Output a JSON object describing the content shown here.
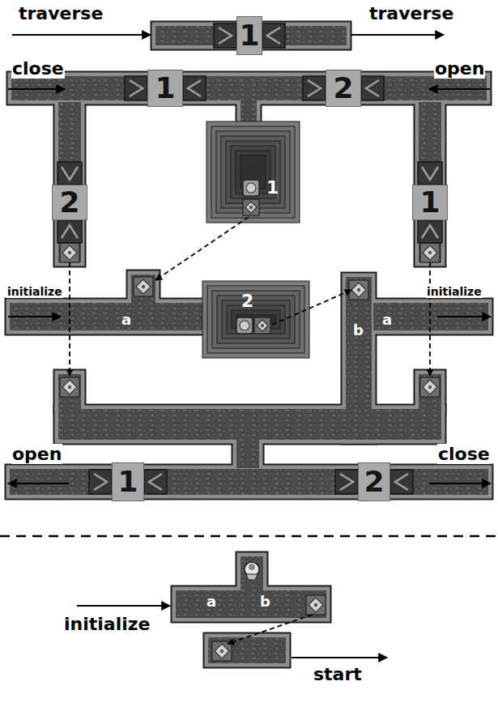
{
  "diagram": {
    "nodes": [
      {
        "text": [
          "1"
        ]
      },
      {
        "text": [
          "1"
        ]
      },
      {
        "text": [
          "2"
        ]
      },
      {
        "text": [
          "2"
        ]
      },
      {
        "text": [
          "1"
        ]
      },
      {
        "text": [
          "1"
        ]
      },
      {
        "text": [
          "2"
        ]
      },
      {
        "text": [
          "1"
        ]
      },
      {
        "text": [
          "2"
        ]
      }
    ],
    "labels": [
      "traverse",
      "traverse",
      "close",
      "open",
      "initialize",
      "a",
      "b",
      "a",
      "initialize",
      "open",
      "close",
      "a",
      "b",
      "initialize",
      "start"
    ]
  }
}
